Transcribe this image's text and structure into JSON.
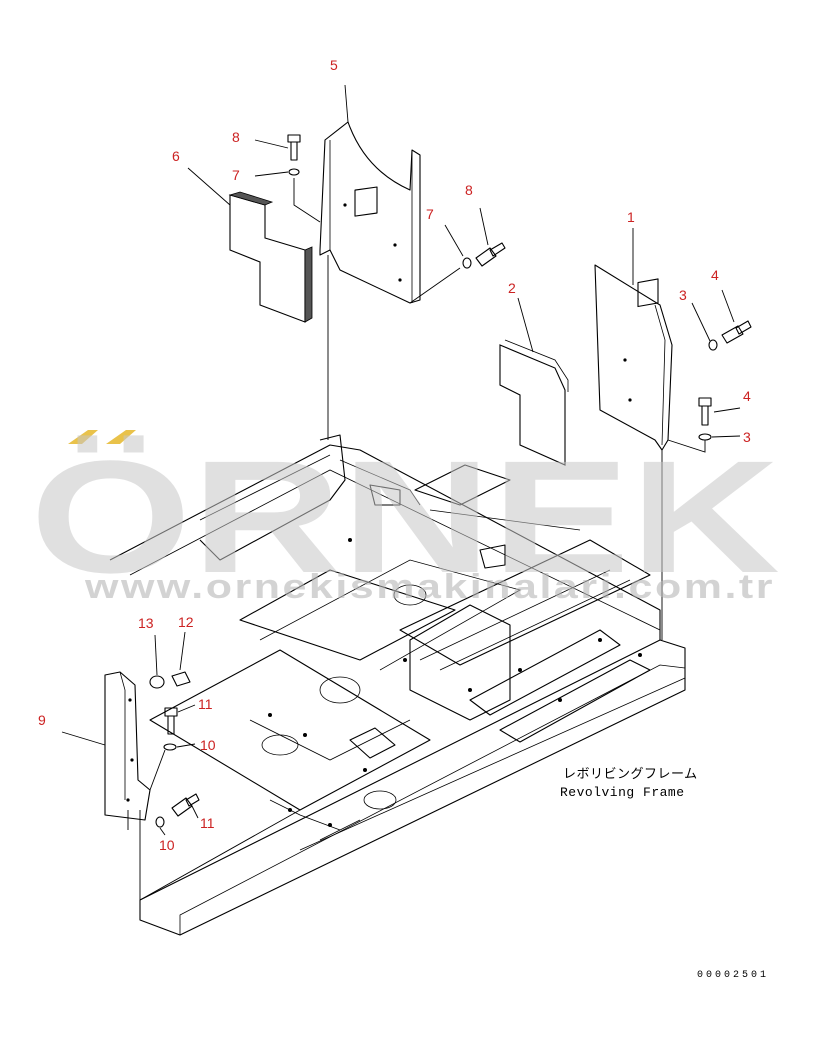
{
  "callouts": [
    {
      "id": "c1",
      "text": "1"
    },
    {
      "id": "c2",
      "text": "2"
    },
    {
      "id": "c3a",
      "text": "3"
    },
    {
      "id": "c3b",
      "text": "3"
    },
    {
      "id": "c4a",
      "text": "4"
    },
    {
      "id": "c4b",
      "text": "4"
    },
    {
      "id": "c5",
      "text": "5"
    },
    {
      "id": "c6",
      "text": "6"
    },
    {
      "id": "c7a",
      "text": "7"
    },
    {
      "id": "c7b",
      "text": "7"
    },
    {
      "id": "c8a",
      "text": "8"
    },
    {
      "id": "c8b",
      "text": "8"
    },
    {
      "id": "c9",
      "text": "9"
    },
    {
      "id": "c10a",
      "text": "10"
    },
    {
      "id": "c10b",
      "text": "10"
    },
    {
      "id": "c11a",
      "text": "11"
    },
    {
      "id": "c11b",
      "text": "11"
    },
    {
      "id": "c12",
      "text": "12"
    },
    {
      "id": "c13",
      "text": "13"
    }
  ],
  "frame_label": {
    "japanese": "レボリビングフレーム",
    "english": "Revolving Frame"
  },
  "drawing_number": "00002501",
  "watermark": {
    "brand": "ÖRNEK",
    "url": "www.ornekismakinalari.com.tr",
    "accent_color": "#e9c24a",
    "text_color": "#c7c7c7"
  }
}
